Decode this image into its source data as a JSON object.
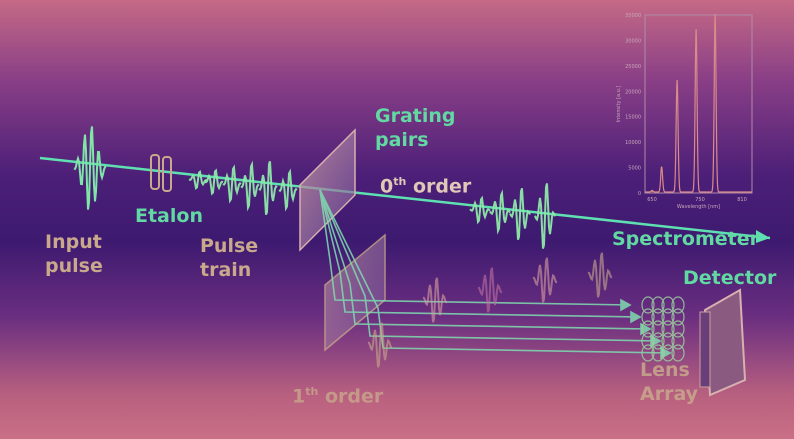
{
  "labels": {
    "input_pulse": [
      "Input",
      "pulse"
    ],
    "etalon": "Etalon",
    "pulse_train": [
      "Pulse",
      "train"
    ],
    "grating_pairs": [
      "Grating",
      "pairs"
    ],
    "zeroth_order": {
      "num": "0",
      "sup": "th",
      "text": "order"
    },
    "first_order": {
      "num": "1",
      "sup": "th",
      "text": "order"
    },
    "spectrometer": "Spectrometer",
    "detector": "Detector",
    "lens_array": [
      "Lens",
      "Array"
    ]
  },
  "colors": {
    "beam": "#5fe0b0",
    "text_green": "#62d8a2",
    "text_tan": "#c9a88c",
    "spectrum": "#d98a8a"
  },
  "chart_data": {
    "type": "line",
    "title": "",
    "xlabel": "Wavelength [nm]",
    "ylabel": "Intensity [a.u.]",
    "ylim": [
      0,
      35000
    ],
    "yticks": [
      "0",
      "5000",
      "10000",
      "15000",
      "20000",
      "25000",
      "30000",
      "35000"
    ],
    "xlim": [
      640,
      820
    ],
    "xticks": [
      "650",
      "750",
      "810"
    ],
    "peaks": [
      {
        "x": 652,
        "y": 300
      },
      {
        "x": 668,
        "y": 5000
      },
      {
        "x": 694,
        "y": 22000
      },
      {
        "x": 726,
        "y": 32000
      },
      {
        "x": 758,
        "y": 35000
      }
    ]
  }
}
